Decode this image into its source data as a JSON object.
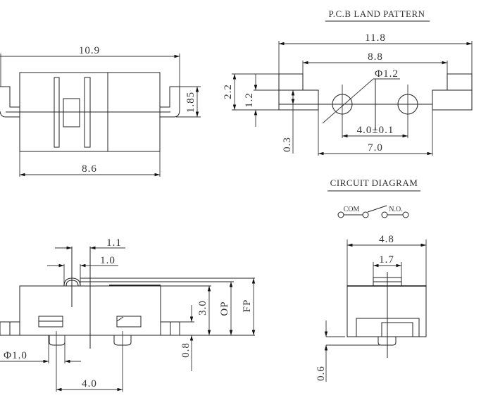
{
  "titles": {
    "pcb": "P.C.B LAND PATTERN",
    "circuit": "CIRCUIT DIAGRAM"
  },
  "top_view": {
    "overall_width": "10.9",
    "body_width": "8.6",
    "terminal_height": "1.85"
  },
  "pcb_pattern": {
    "overall_width": "11.8",
    "inner_width": "8.8",
    "hole_diameter": "Φ1.2",
    "hole_pitch": "4.0±0.1",
    "pad_gap": "7.0",
    "pad_height": "2.2",
    "pad_step": "1.2",
    "offset": "0.3"
  },
  "circuit": {
    "com": "COM",
    "no": "N.O."
  },
  "front_view": {
    "dim_a": "1.1",
    "dim_b": "1.0",
    "height": "3.0",
    "op": "OP",
    "fp": "FP",
    "standoff": "0.8",
    "pin_diameter": "Φ1.0",
    "pin_pitch": "4.0"
  },
  "side_view": {
    "width": "4.8",
    "actuator_width": "1.7",
    "standoff": "0.6"
  },
  "colors": {
    "line": "#222222",
    "text": "#333333"
  }
}
